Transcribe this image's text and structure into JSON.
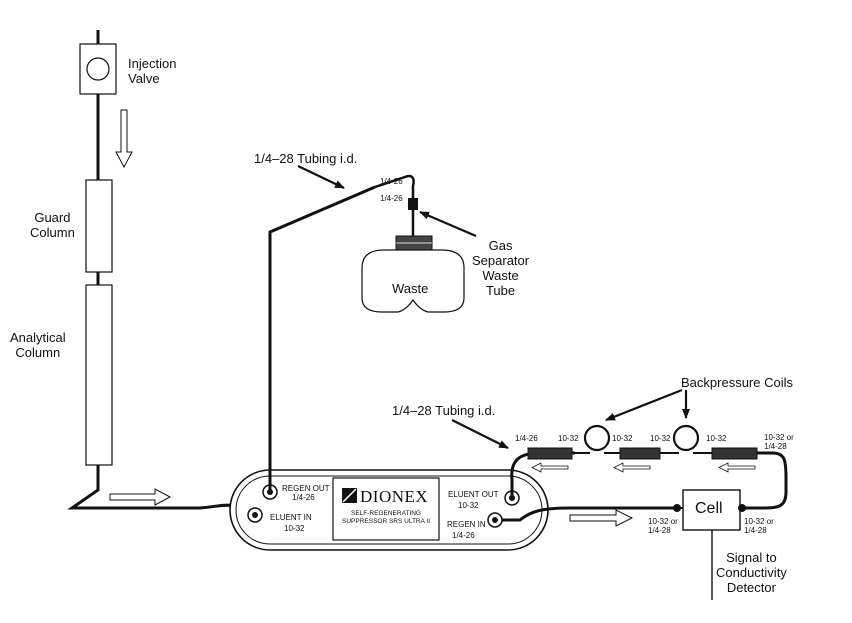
{
  "labels": {
    "injection_valve": "Injection\nValve",
    "guard_column": "Guard\nColumn",
    "analytical_column": "Analytical\nColumn",
    "tubing_id_top": "1/4–28 Tubing i.d.",
    "tubing_id_bottom": "1/4–28 Tubing i.d.",
    "gas_separator": "Gas\nSeparator\nWaste\nTube",
    "waste": "Waste",
    "backpressure_coils": "Backpressure Coils",
    "cell": "Cell",
    "signal": "Signal to\nConductivity\nDetector"
  },
  "fittings": {
    "top_upper": "1/4-26",
    "top_lower": "1/4-26",
    "coil_1_left": "1/4-26",
    "coil_1_right": "10-32",
    "coil_2_left": "10-32",
    "coil_2_right": "10-32",
    "coil_3_left": "10-32",
    "coil_end": "10-32 or\n1/4-28",
    "cell_in": "10-32 or\n1/4-28",
    "cell_out": "10-32 or\n1/4-28"
  },
  "suppressor": {
    "brand": "DIONEX",
    "model_line_1": "SELF-REGENERATING",
    "model_line_2": "SUPPRESSOR SRS ULTRA II",
    "regen_out": "REGEN OUT",
    "regen_out_fit": "1/4-26",
    "eluent_in": "ELUENT IN",
    "eluent_in_fit": "10-32",
    "eluent_out": "ELUENT OUT",
    "eluent_out_fit": "10-32",
    "regen_in": "REGEN IN",
    "regen_in_fit": "1/4-26"
  },
  "colors": {
    "line": "#111111",
    "background": "#ffffff"
  }
}
